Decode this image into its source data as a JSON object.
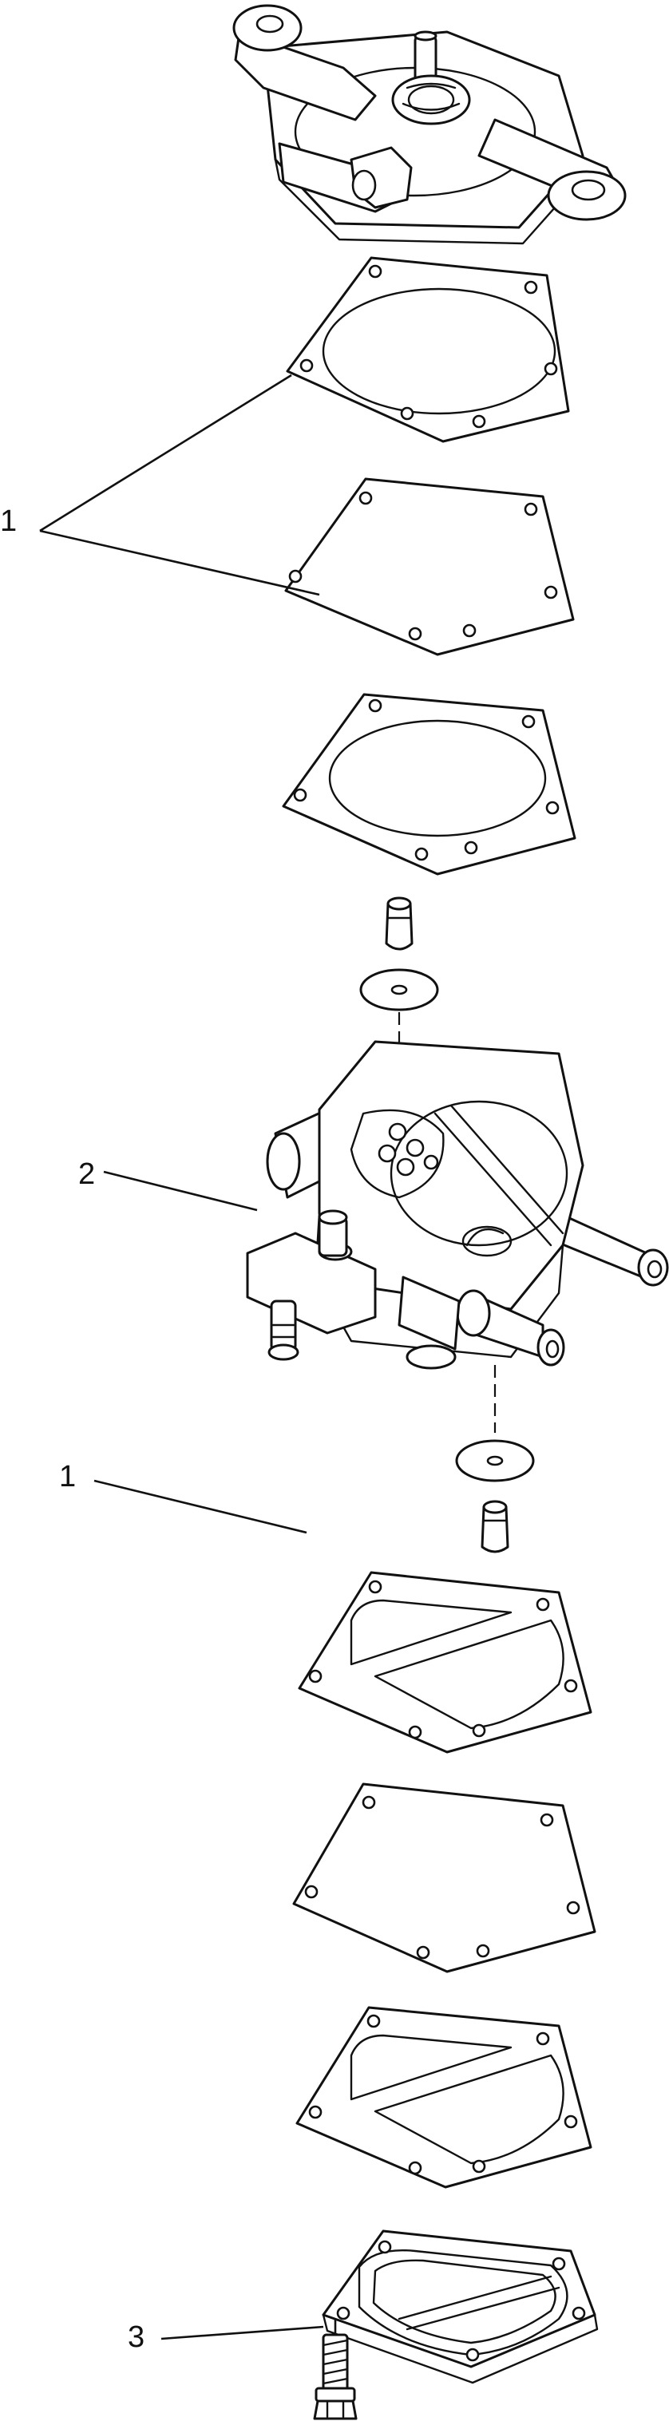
{
  "callouts": [
    {
      "id": "callout-1-top",
      "text": "1"
    },
    {
      "id": "callout-2",
      "text": "2"
    },
    {
      "id": "callout-1-bottom",
      "text": "1"
    },
    {
      "id": "callout-3",
      "text": "3"
    }
  ],
  "colors": {
    "line": "#111111",
    "background": "#ffffff"
  }
}
